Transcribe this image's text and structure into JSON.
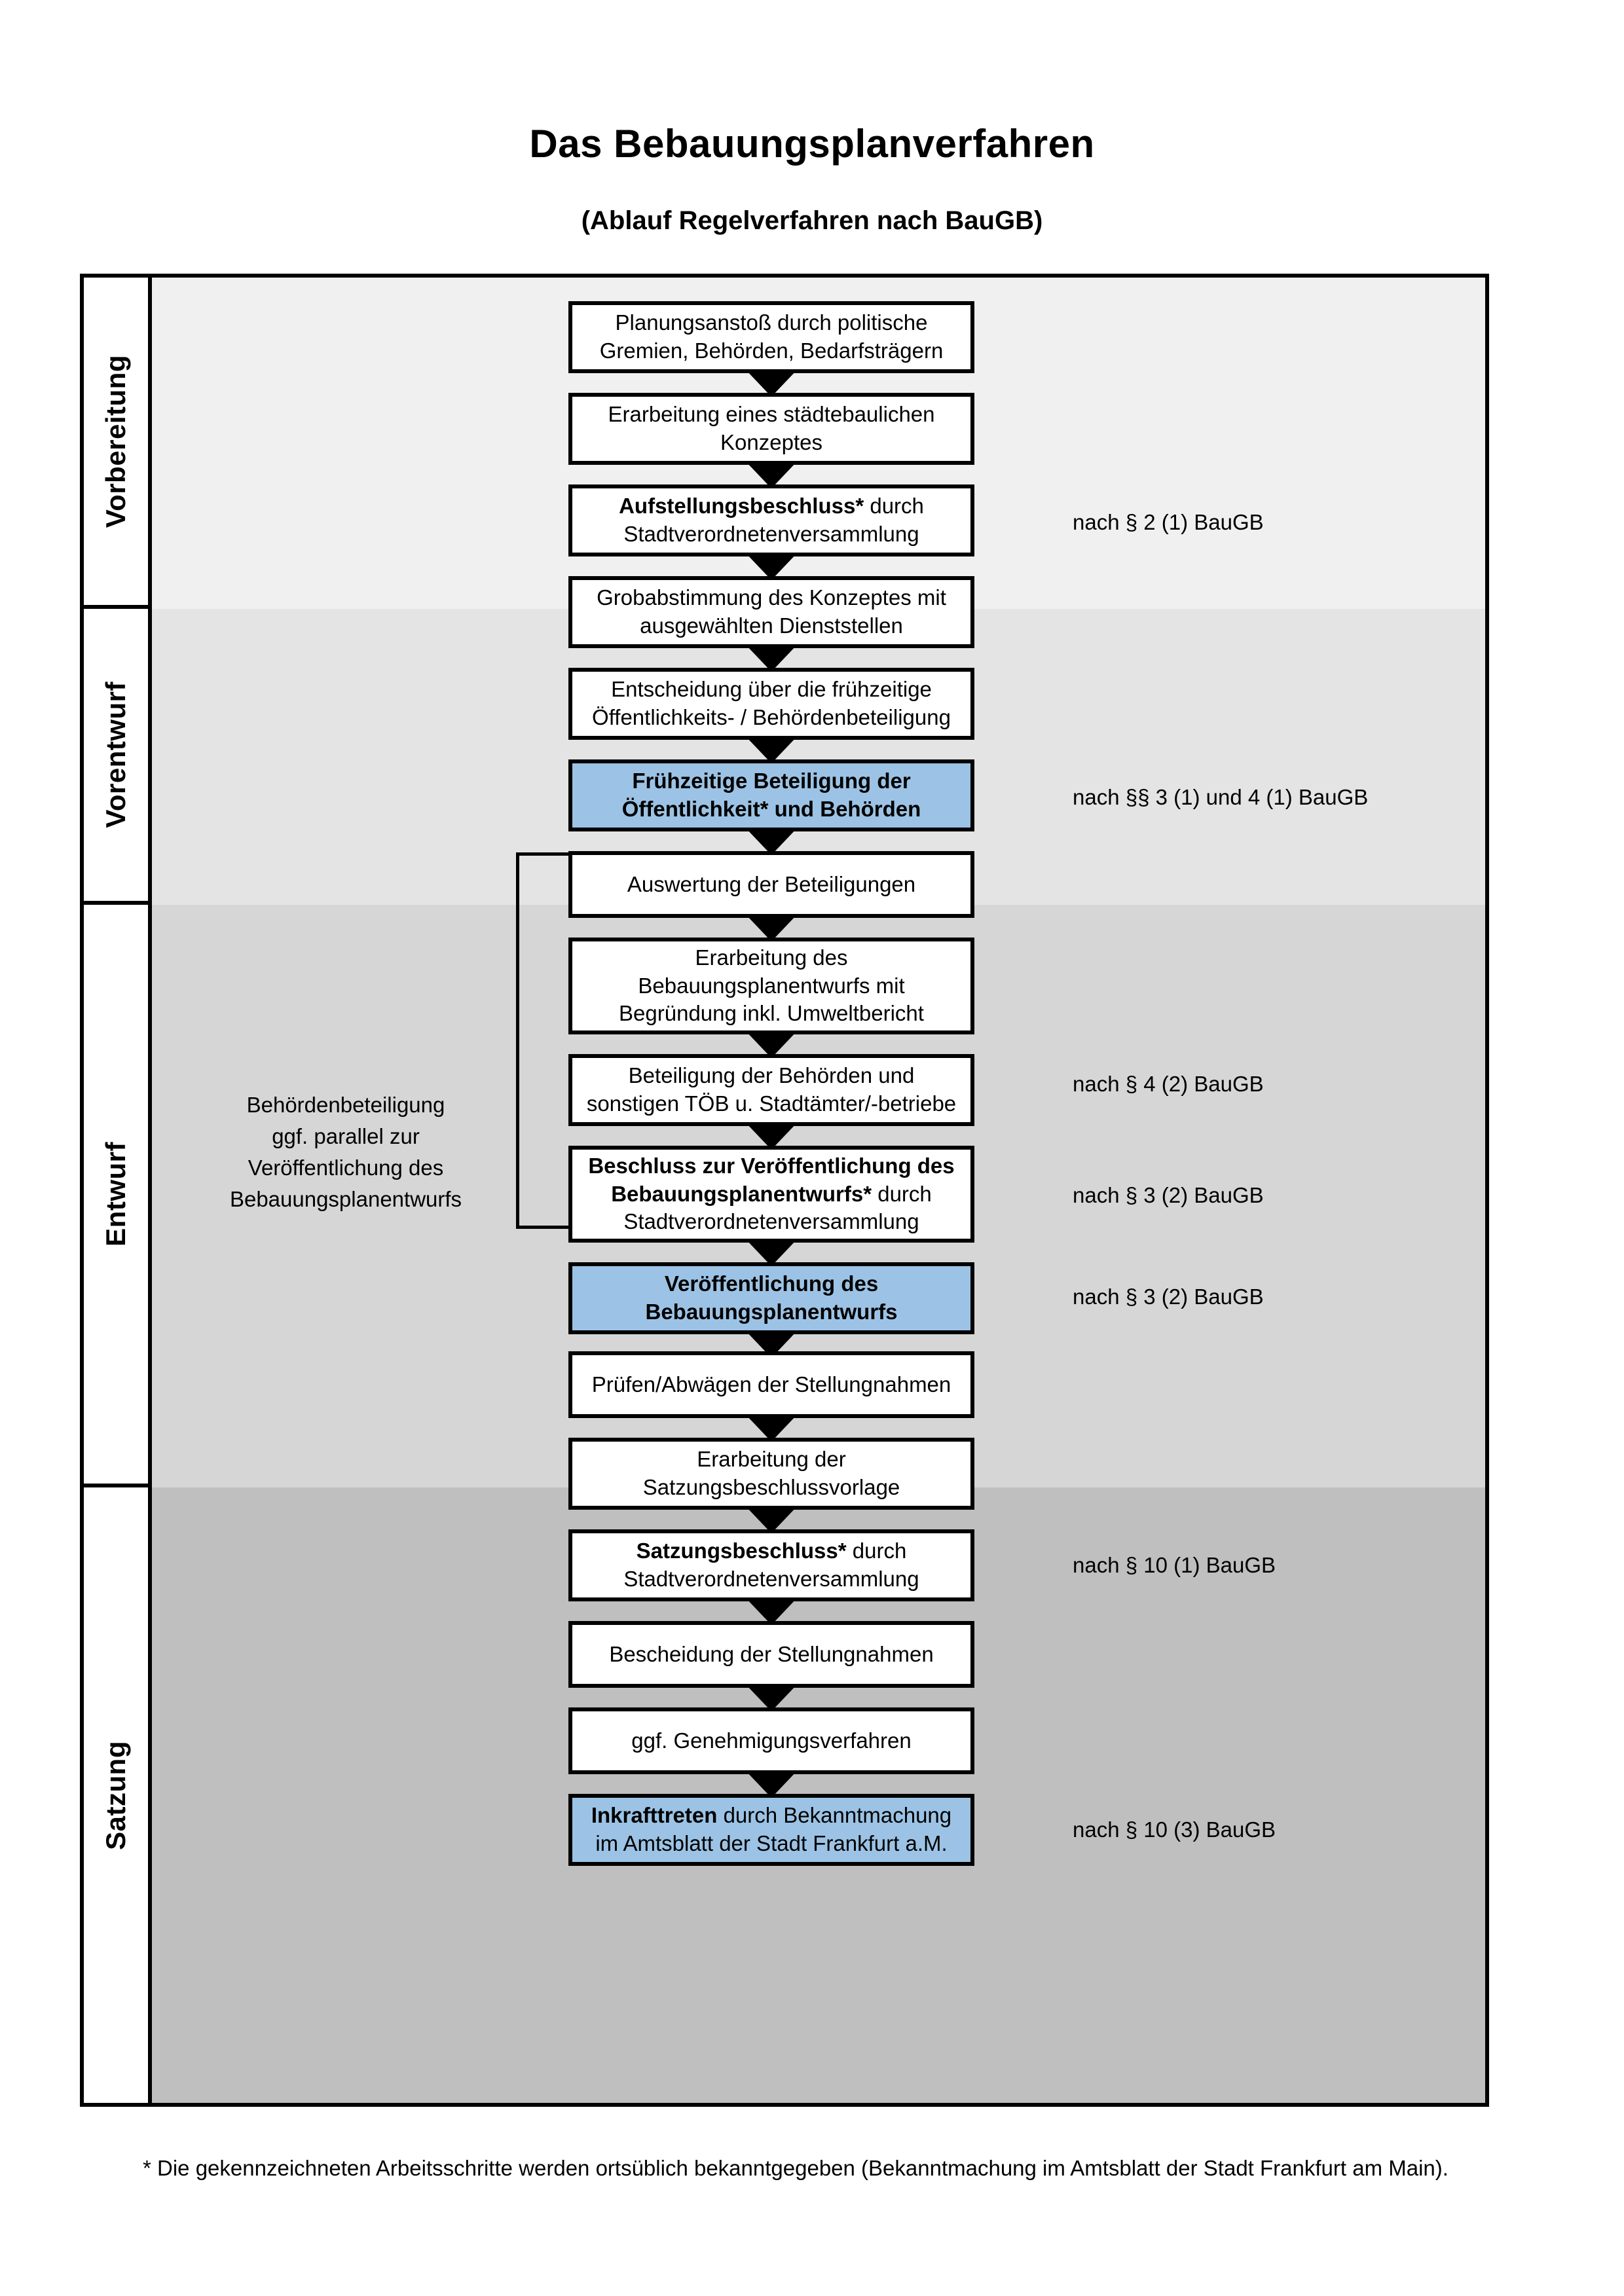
{
  "header": {
    "title": "Das Bebauungsplanverfahren",
    "subtitle": "(Ablauf Regelverfahren nach BauGB)"
  },
  "phases": [
    {
      "label": "Vorbereitung"
    },
    {
      "label": "Vorentwurf"
    },
    {
      "label": "Entwurf"
    },
    {
      "label": "Satzung"
    }
  ],
  "steps": [
    {
      "id": "planungsanstoss",
      "line1": "Planungsanstoß durch politische",
      "line2": "Gremien, Behörden, Bedarfsträgern",
      "highlight": false
    },
    {
      "id": "staedtebauliches-konzept",
      "line1": "Erarbeitung eines städtebaulichen",
      "line2": "Konzeptes",
      "highlight": false
    },
    {
      "id": "aufstellungsbeschluss",
      "line1_bold": "Aufstellungsbeschluss*",
      "line1_rest": " durch",
      "line2": "Stadtverordnetenversammlung",
      "highlight": false
    },
    {
      "id": "grobabstimmung",
      "line1": "Grobabstimmung des Konzeptes mit",
      "line2": "ausgewählten Dienststellen",
      "highlight": false
    },
    {
      "id": "entscheidung-fruehzeitige",
      "line1": "Entscheidung über die frühzeitige",
      "line2": "Öffentlichkeits- / Behördenbeteiligung",
      "highlight": false
    },
    {
      "id": "fruehzeitige-beteiligung",
      "line1": "Frühzeitige Beteiligung der",
      "line2": "Öffentlichkeit* und Behörden",
      "highlight": true
    },
    {
      "id": "auswertung-beteiligungen",
      "line1": "Auswertung der Beteiligungen",
      "highlight": false
    },
    {
      "id": "erarbeitung-bplanentwurf",
      "line1": "Erarbeitung des",
      "line2": "Bebauungsplanentwurfs mit",
      "line3": "Begründung inkl. Umweltbericht",
      "highlight": false
    },
    {
      "id": "beteiligung-behoerden-toeb",
      "line1": "Beteiligung der Behörden und",
      "line2": "sonstigen TÖB u. Stadtämter/-betriebe",
      "highlight": false
    },
    {
      "id": "beschluss-veroeffentlichung",
      "line1_bold": "Beschluss zur Veröffentlichung des",
      "line2_bold": "Bebauungsplanentwurfs*",
      "line2_rest": " durch",
      "line3": "Stadtverordnetenversammlung",
      "highlight": false
    },
    {
      "id": "veroeffentlichung-bplanentwurf",
      "line1": "Veröffentlichung des",
      "line2": "Bebauungsplanentwurfs",
      "highlight": true
    },
    {
      "id": "pruefen-abwaegen",
      "line1": "Prüfen/Abwägen der Stellungnahmen",
      "highlight": false
    },
    {
      "id": "erarbeitung-satzungsvorlage",
      "line1": "Erarbeitung der",
      "line2": "Satzungsbeschlussvorlage",
      "highlight": false
    },
    {
      "id": "satzungsbeschluss",
      "line1_bold": "Satzungsbeschluss*",
      "line1_rest": " durch",
      "line2": "Stadtverordnetenversammlung",
      "highlight": false
    },
    {
      "id": "bescheidung-stellungnahmen",
      "line1": "Bescheidung der Stellungnahmen",
      "highlight": false
    },
    {
      "id": "genehmigungsverfahren",
      "line1": "ggf. Genehmigungsverfahren",
      "highlight": false
    },
    {
      "id": "inkrafttreten",
      "line1_bold": "Inkrafttreten",
      "line1_rest": " durch Bekanntmachung",
      "line2": "im Amtsblatt der Stadt Frankfurt a.M.",
      "highlight": true
    }
  ],
  "legal_refs": [
    {
      "id": "ref-par2-1",
      "text": "nach § 2 (1) BauGB"
    },
    {
      "id": "ref-par3-1-4-1",
      "text": "nach §§ 3 (1) und 4 (1) BauGB"
    },
    {
      "id": "ref-par4-2",
      "text": "nach § 4 (2) BauGB"
    },
    {
      "id": "ref-par3-2-a",
      "text": "nach § 3 (2) BauGB"
    },
    {
      "id": "ref-par3-2-b",
      "text": "nach § 3 (2) BauGB"
    },
    {
      "id": "ref-par10-1",
      "text": "nach § 10 (1) BauGB"
    },
    {
      "id": "ref-par10-3",
      "text": "nach § 10 (3) BauGB"
    }
  ],
  "sidenote": {
    "line1": "Behördenbeteiligung",
    "line2": "ggf. parallel zur",
    "line3": "Veröffentlichung des",
    "line4": "Bebauungsplanentwurfs"
  },
  "footnote": {
    "text": "* Die gekennzeichneten Arbeitsschritte werden ortsüblich bekanntgegeben (Bekanntmachung im Amtsblatt  der Stadt Frankfurt am Main)."
  },
  "colors": {
    "highlight_blue": "#9CC3E5",
    "band_vorbereitung": "#F0F0F0",
    "band_vorentwurf": "#E4E4E4",
    "band_entwurf": "#D6D6D6",
    "band_satzung": "#BFBFBF",
    "border": "#000000"
  }
}
